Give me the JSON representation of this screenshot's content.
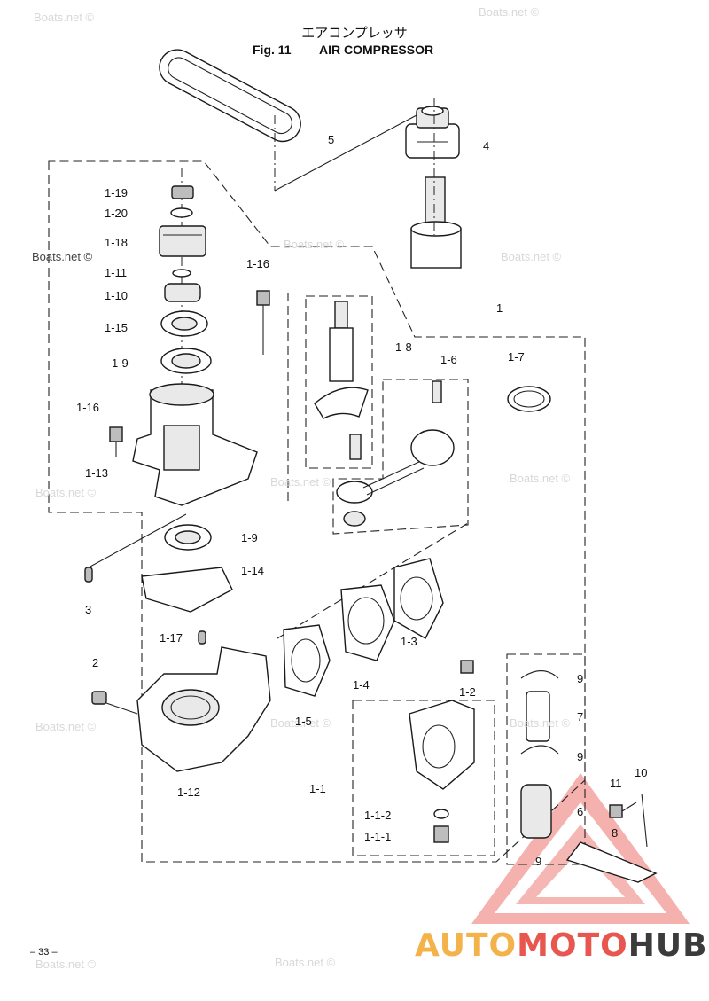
{
  "header": {
    "title_jp": "エアコンプレッサ",
    "fig_label": "Fig. 11",
    "title_en": "AIR COMPRESSOR"
  },
  "watermark": {
    "text": "Boats.net ©"
  },
  "callouts": [
    {
      "id": "c-5",
      "text": "5"
    },
    {
      "id": "c-4",
      "text": "4"
    },
    {
      "id": "c-1-19",
      "text": "1-19"
    },
    {
      "id": "c-1-20",
      "text": "1-20"
    },
    {
      "id": "c-1-18",
      "text": "1-18"
    },
    {
      "id": "c-1-11",
      "text": "1-11"
    },
    {
      "id": "c-1-16a",
      "text": "1-16"
    },
    {
      "id": "c-1-10",
      "text": "1-10"
    },
    {
      "id": "c-1-15",
      "text": "1-15"
    },
    {
      "id": "c-1",
      "text": "1"
    },
    {
      "id": "c-1-8",
      "text": "1-8"
    },
    {
      "id": "c-1-9a",
      "text": "1-9"
    },
    {
      "id": "c-1-6",
      "text": "1-6"
    },
    {
      "id": "c-1-7",
      "text": "1-7"
    },
    {
      "id": "c-1-16b",
      "text": "1-16"
    },
    {
      "id": "c-1-13",
      "text": "1-13"
    },
    {
      "id": "c-1-9b",
      "text": "1-9"
    },
    {
      "id": "c-1-14",
      "text": "1-14"
    },
    {
      "id": "c-3",
      "text": "3"
    },
    {
      "id": "c-1-17",
      "text": "1-17"
    },
    {
      "id": "c-1-3",
      "text": "1-3"
    },
    {
      "id": "c-2",
      "text": "2"
    },
    {
      "id": "c-1-4",
      "text": "1-4"
    },
    {
      "id": "c-1-2",
      "text": "1-2"
    },
    {
      "id": "c-9a",
      "text": "9"
    },
    {
      "id": "c-1-5",
      "text": "1-5"
    },
    {
      "id": "c-7",
      "text": "7"
    },
    {
      "id": "c-9b",
      "text": "9"
    },
    {
      "id": "c-1-12",
      "text": "1-12"
    },
    {
      "id": "c-1-1",
      "text": "1-1"
    },
    {
      "id": "c-11",
      "text": "11"
    },
    {
      "id": "c-10",
      "text": "10"
    },
    {
      "id": "c-1-1-2",
      "text": "1-1-2"
    },
    {
      "id": "c-6",
      "text": "6"
    },
    {
      "id": "c-8",
      "text": "8"
    },
    {
      "id": "c-1-1-1",
      "text": "1-1-1"
    },
    {
      "id": "c-9c",
      "text": "9"
    }
  ],
  "footer": {
    "page_number": "– 33 –",
    "brand_part1": "AUTO",
    "brand_part2": "MOTO",
    "brand_part3": "HUB",
    "colors": {
      "brand_orange": "#f3b24a",
      "brand_red": "#e8574f",
      "brand_dark": "#3b3b3b"
    }
  }
}
